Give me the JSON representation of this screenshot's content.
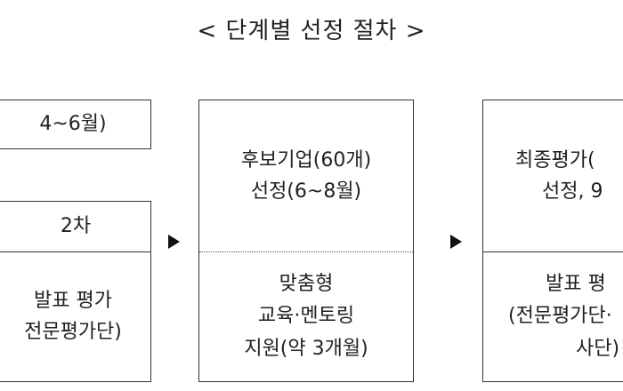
{
  "title": "< 단계별 선정 절차 >",
  "stage1": {
    "period": "4~6월)",
    "step_label": "2차",
    "eval_line1": "발표 평가",
    "eval_line2": "전문평가단)"
  },
  "stage2": {
    "line1": "후보기업(60개)",
    "line2": "선정(6~8월)",
    "support_line1": "맞춤형",
    "support_line2": "교육·멘토링",
    "support_line3": "지원(약 3개월)"
  },
  "stage3": {
    "line1": "최종평가(",
    "line2": "선정, 9",
    "eval_line1": "발표 평",
    "eval_line2": "(전문평가단·",
    "eval_line3": "사단)"
  }
}
